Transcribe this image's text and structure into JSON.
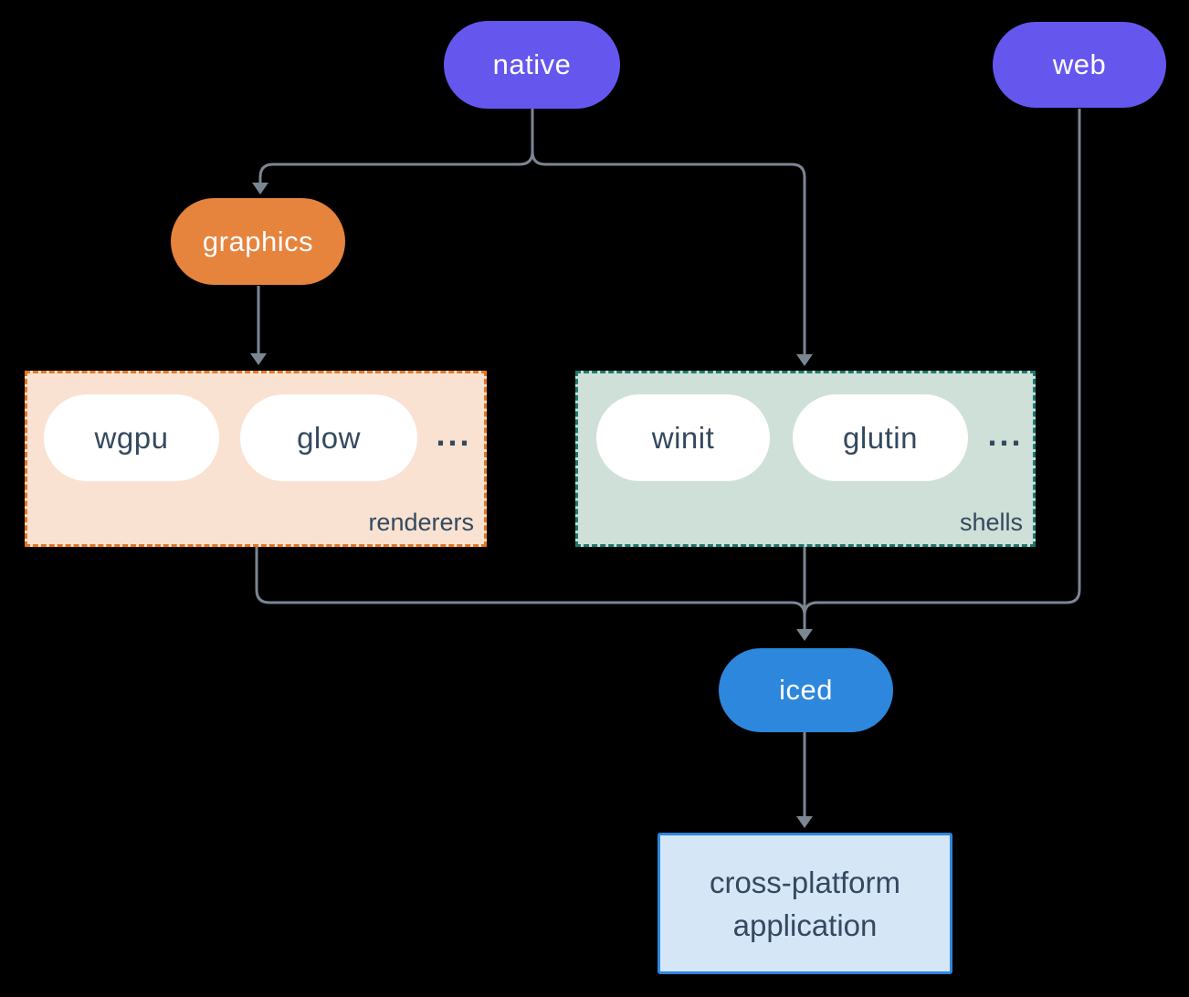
{
  "diagram": {
    "nodes": {
      "native": {
        "label": "native"
      },
      "web": {
        "label": "web"
      },
      "graphics": {
        "label": "graphics"
      },
      "iced": {
        "label": "iced"
      },
      "app": {
        "label_line1": "cross-platform",
        "label_line2": "application"
      }
    },
    "groups": {
      "renderers": {
        "label": "renderers",
        "items": [
          "wgpu",
          "glow"
        ],
        "ellipsis": "..."
      },
      "shells": {
        "label": "shells",
        "items": [
          "winit",
          "glutin"
        ],
        "ellipsis": "..."
      }
    },
    "colors": {
      "platform_pill": "#6557ee",
      "graphics_pill": "#e6833c",
      "iced_pill": "#2d87dc",
      "inner_pill_bg": "#ffffff",
      "renderers_bg": "#f9e2d2",
      "renderers_border": "#e67622",
      "shells_bg": "#cfe0d8",
      "shells_border": "#1b7a6e",
      "app_bg": "#d5e6f7",
      "app_border": "#2e86de",
      "connector": "#7b8693",
      "dark_text": "#34495e",
      "pill_text": "#ffffff",
      "background": "#000000"
    }
  }
}
